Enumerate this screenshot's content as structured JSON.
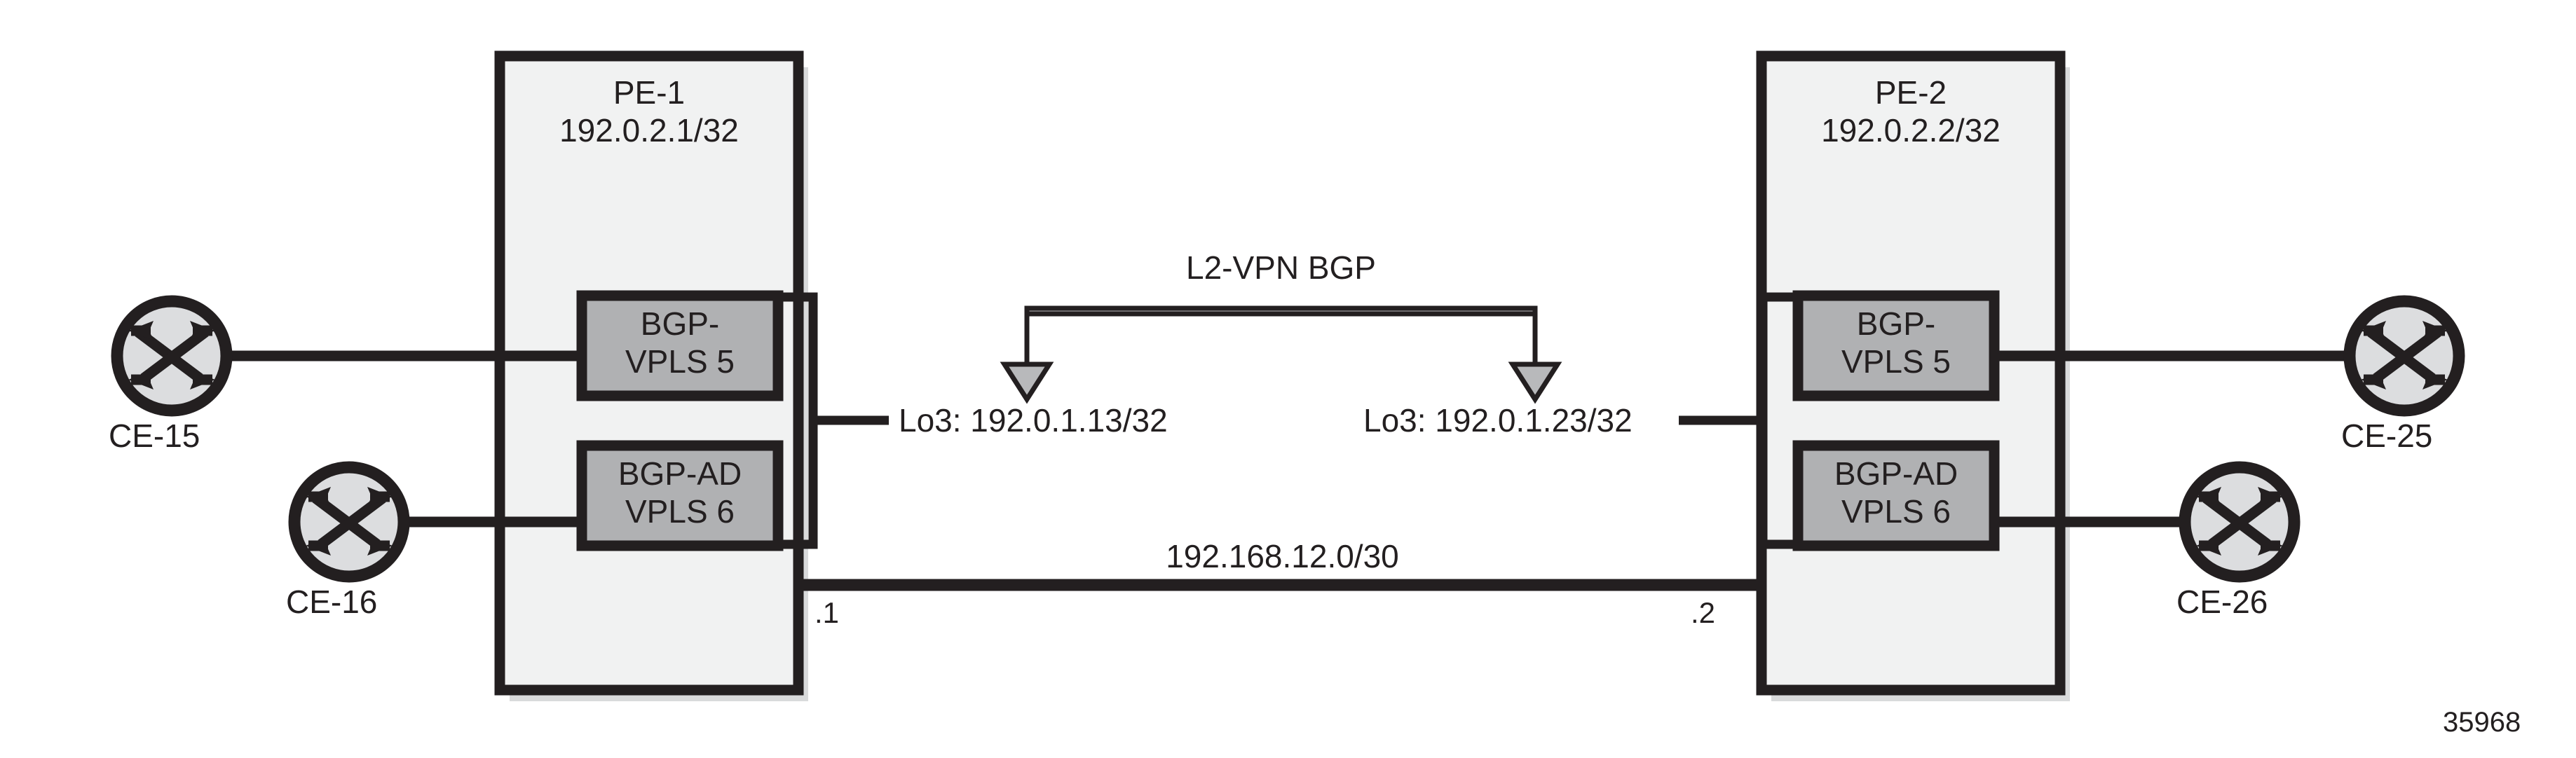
{
  "diagram": {
    "figure_number": "35968",
    "colors": {
      "stroke": "#231f20",
      "pe_fill": "#f1f2f2",
      "pe_shadow": "#d9dadb",
      "service_fill": "#b0b1b3",
      "router_fill": "#dcdddf",
      "arrow_fill": "#b8b9bb",
      "background": "#ffffff"
    },
    "pe_nodes": [
      {
        "id": "pe-1",
        "name": "PE-1",
        "system_address": "192.0.2.1/32",
        "loopback_label": "Lo3: 192.0.1.13/32",
        "services": [
          {
            "id": "bgp-vpls-5",
            "line1": "BGP-",
            "line2": "VPLS 5"
          },
          {
            "id": "bgp-ad-vpls-6",
            "line1": "BGP-AD",
            "line2": "VPLS 6"
          }
        ]
      },
      {
        "id": "pe-2",
        "name": "PE-2",
        "system_address": "192.0.2.2/32",
        "loopback_label": "Lo3: 192.0.1.23/32",
        "services": [
          {
            "id": "bgp-vpls-5",
            "line1": "BGP-",
            "line2": "VPLS 5"
          },
          {
            "id": "bgp-ad-vpls-6",
            "line1": "BGP-AD",
            "line2": "VPLS 6"
          }
        ]
      }
    ],
    "ce_nodes": [
      {
        "id": "ce-15",
        "label": "CE-15"
      },
      {
        "id": "ce-16",
        "label": "CE-16"
      },
      {
        "id": "ce-25",
        "label": "CE-25"
      },
      {
        "id": "ce-26",
        "label": "CE-26"
      }
    ],
    "session": {
      "label": "L2-VPN BGP",
      "from": "Lo3: 192.0.1.13/32",
      "to": "Lo3: 192.0.1.23/32",
      "direction": "bidirectional"
    },
    "core_link": {
      "subnet": "192.168.12.0/30",
      "left_interface": ".1",
      "right_interface": ".2"
    }
  }
}
